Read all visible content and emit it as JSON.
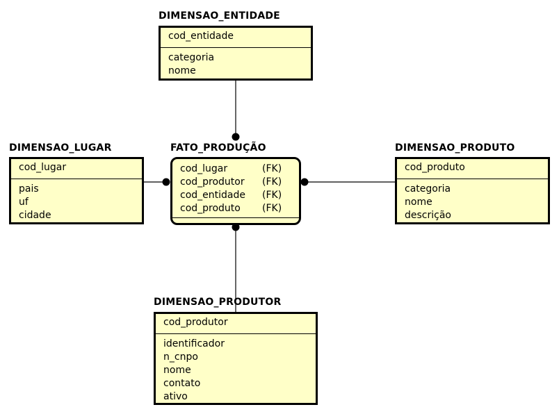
{
  "entities": {
    "dimensao_entidade": {
      "title": "DIMENSAO_ENTIDADE",
      "keys": [
        "cod_entidade"
      ],
      "attributes": [
        "categoria",
        "nome"
      ]
    },
    "dimensao_lugar": {
      "title": "DIMENSAO_LUGAR",
      "keys": [
        "cod_lugar"
      ],
      "attributes": [
        "pais",
        "uf",
        "cidade"
      ]
    },
    "fato_producao": {
      "title": "FATO_PRODUÇÃO",
      "keys": [
        {
          "name": "cod_lugar",
          "tag": "(FK)"
        },
        {
          "name": "cod_produtor",
          "tag": "(FK)"
        },
        {
          "name": "cod_entidade",
          "tag": "(FK)"
        },
        {
          "name": "cod_produto",
          "tag": "(FK)"
        }
      ],
      "attributes": []
    },
    "dimensao_produto": {
      "title": "DIMENSAO_PRODUTO",
      "keys": [
        "cod_produto"
      ],
      "attributes": [
        "categoria",
        "nome",
        "descrição"
      ]
    },
    "dimensao_produtor": {
      "title": "DIMENSAO_PRODUTOR",
      "keys": [
        "cod_produtor"
      ],
      "attributes": [
        "identificador",
        "n_cnpo",
        "nome",
        "contato",
        "ativo"
      ]
    }
  },
  "relationships": [
    {
      "from": "dimensao_entidade",
      "to": "fato_producao"
    },
    {
      "from": "dimensao_lugar",
      "to": "fato_producao"
    },
    {
      "from": "dimensao_produto",
      "to": "fato_producao"
    },
    {
      "from": "dimensao_produtor",
      "to": "fato_producao"
    }
  ],
  "colors": {
    "entity_fill": "#ffffc8",
    "border": "#000000"
  }
}
